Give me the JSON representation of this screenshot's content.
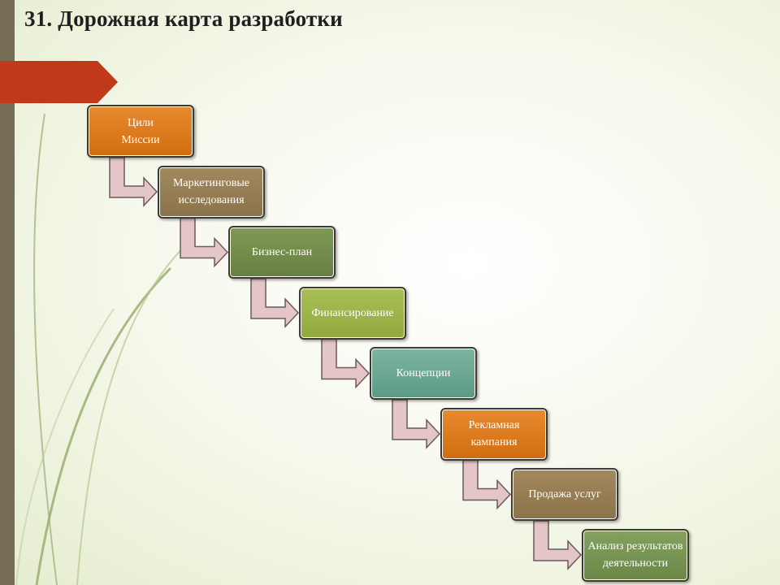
{
  "slide": {
    "title": "31. Дорожная карта разработки"
  },
  "colors": {
    "sidebar": "#756d55",
    "accent_arrow": "#c0391b",
    "connector_fill": "#e5c6c8",
    "connector_stroke": "#6b5a5a"
  },
  "steps": [
    {
      "lines": [
        "Цили",
        "Миссии"
      ],
      "color": "#d9781b"
    },
    {
      "lines": [
        "Маркетинговые",
        "исследования"
      ],
      "color": "#937a50"
    },
    {
      "lines": [
        "Бизнес-план"
      ],
      "color": "#718b4a"
    },
    {
      "lines": [
        "Финансирование"
      ],
      "color": "#9bb447"
    },
    {
      "lines": [
        "Концепции"
      ],
      "color": "#6aa68f"
    },
    {
      "lines": [
        "Рекламная",
        "кампания"
      ],
      "color": "#de7a16"
    },
    {
      "lines": [
        "Продажа услуг"
      ],
      "color": "#917a4f"
    },
    {
      "lines": [
        "Анализ результатов",
        "деятельности"
      ],
      "color": "#778f4f"
    }
  ]
}
